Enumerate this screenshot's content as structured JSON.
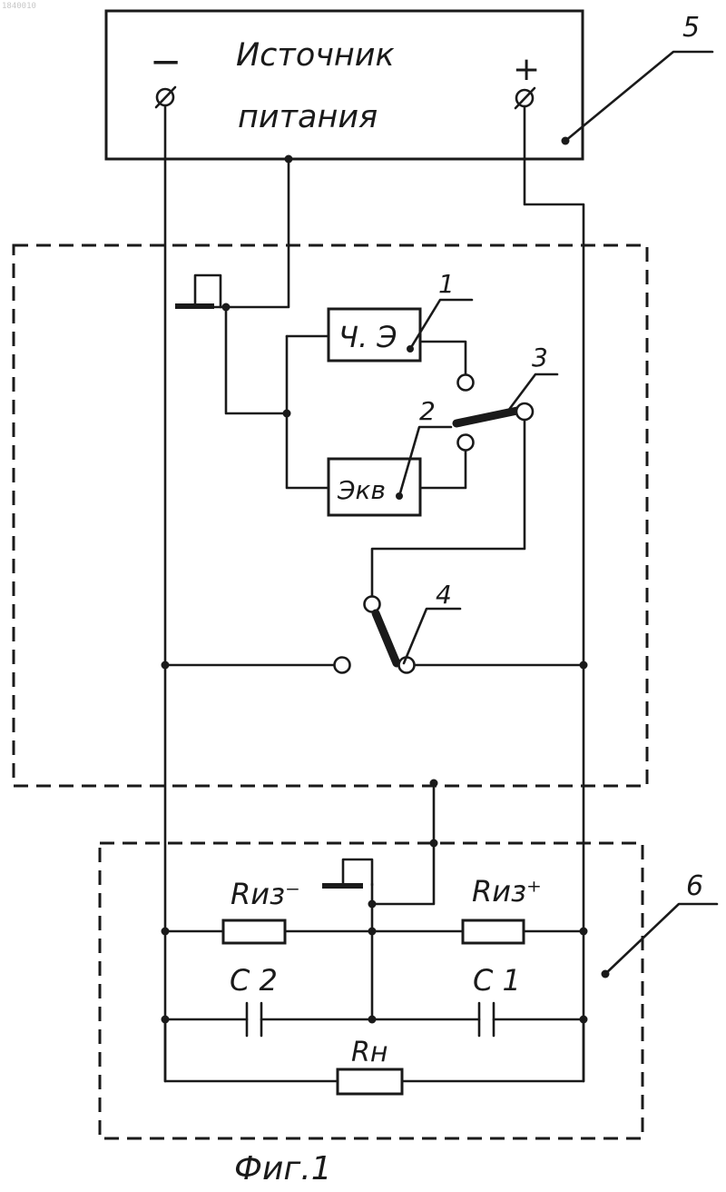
{
  "corner_id": "1840010",
  "power_source": {
    "line1": "Источник",
    "line2": "питания",
    "minus_label": "−",
    "plus_label": "+"
  },
  "blocks": {
    "chem_element": "Ч. Э",
    "equivalent": "Экв"
  },
  "callouts": [
    "1",
    "2",
    "3",
    "4",
    "5",
    "6"
  ],
  "components": {
    "r_iso_minus": "Rиз⁻",
    "r_iso_plus": "Rиз⁺",
    "c2": "C 2",
    "c1": "C 1",
    "r_load": "Rн"
  },
  "caption": "Фиг.1",
  "colors": {
    "ink": "#1a1a1a",
    "paper": "#ffffff"
  }
}
